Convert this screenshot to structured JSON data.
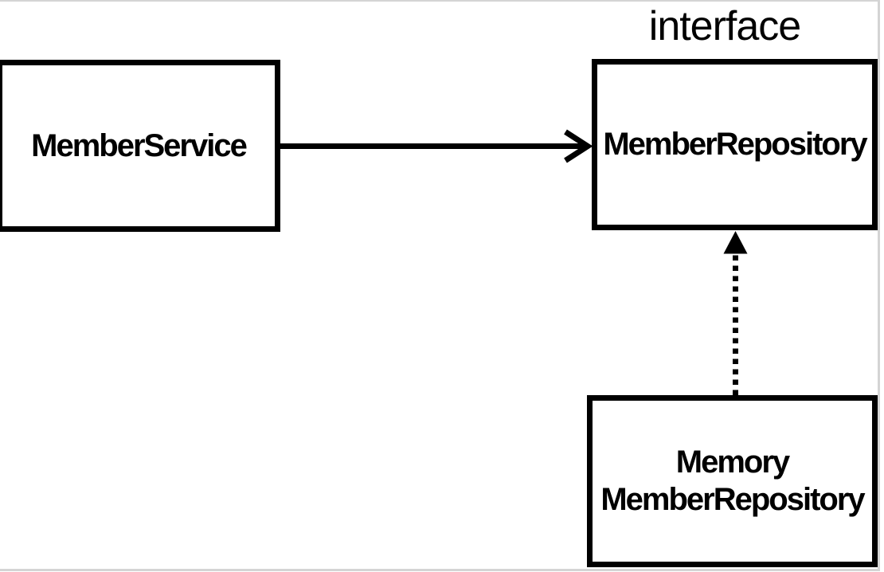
{
  "diagram": {
    "background": "#ffffff",
    "canvas_border_color": "#d4d4d4",
    "line_color": "#000000",
    "boxes": {
      "member_service": {
        "label": "MemberService"
      },
      "member_repository": {
        "label": "MemberRepository",
        "stereotype": "interface"
      },
      "memory_member_repository": {
        "line1": "Memory",
        "line2": "MemberRepository"
      }
    },
    "edges": [
      {
        "from": "MemberService",
        "to": "MemberRepository",
        "line": "solid",
        "arrowhead": "open"
      },
      {
        "from": "Memory MemberRepository",
        "to": "MemberRepository",
        "line": "dotted",
        "arrowhead": "filled-triangle"
      }
    ]
  }
}
